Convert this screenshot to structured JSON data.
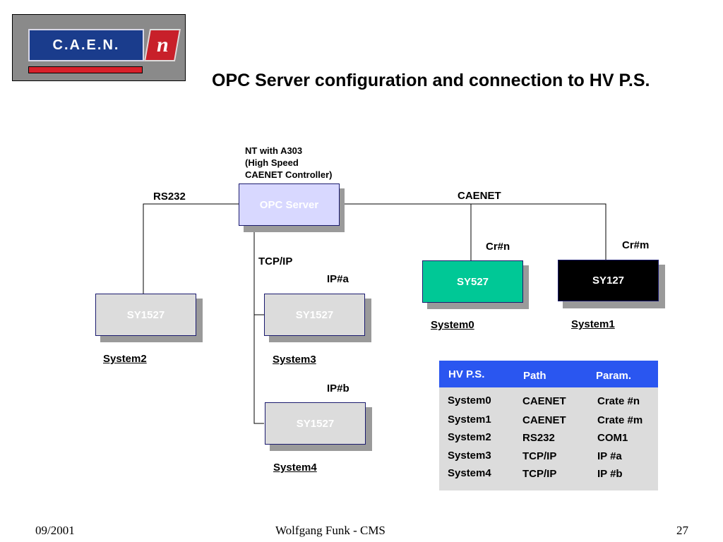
{
  "logo": {
    "plate_text": "C.A.E.N.",
    "badge_text": "n"
  },
  "title": "OPC Server configuration and connection to HV P.S.",
  "diagram": {
    "opc_note": [
      "NT with A303",
      "(High Speed",
      "CAENET Controller)"
    ],
    "opc_server": "OPC Server",
    "rs232_label": "RS232",
    "caenet_label": "CAENET",
    "tcpip_label": "TCP/IP",
    "crn_label": "Cr#n",
    "crm_label": "Cr#m",
    "ipa_label": "IP#a",
    "ipb_label": "IP#b",
    "sy527": "SY527",
    "sy127": "SY127",
    "sy1527_left": "SY1527",
    "sy1527_mid": "SY1527",
    "sy1527_bottom": "SY1527",
    "system0": "System0",
    "system1": "System1",
    "system2": "System2",
    "system3": "System3",
    "system4": "System4",
    "colors": {
      "opc_fill": "#d8d8ff",
      "sy527_fill": "#00c896",
      "sy127_fill": "#000000",
      "sy1527_fill": "#dcdcdc",
      "table_header": "#2a56f0"
    }
  },
  "table": {
    "headers": [
      "HV P.S.",
      "Path",
      "Param."
    ],
    "rows": [
      [
        "System0",
        "CAENET",
        "Crate #n"
      ],
      [
        "System1",
        "CAENET",
        "Crate #m"
      ],
      [
        "System2",
        "RS232",
        "COM1"
      ],
      [
        "System3",
        "TCP/IP",
        "IP #a"
      ],
      [
        "System4",
        "TCP/IP",
        "IP #b"
      ]
    ]
  },
  "footer": {
    "date": "09/2001",
    "author": "Wolfgang Funk - CMS",
    "page": "27"
  }
}
